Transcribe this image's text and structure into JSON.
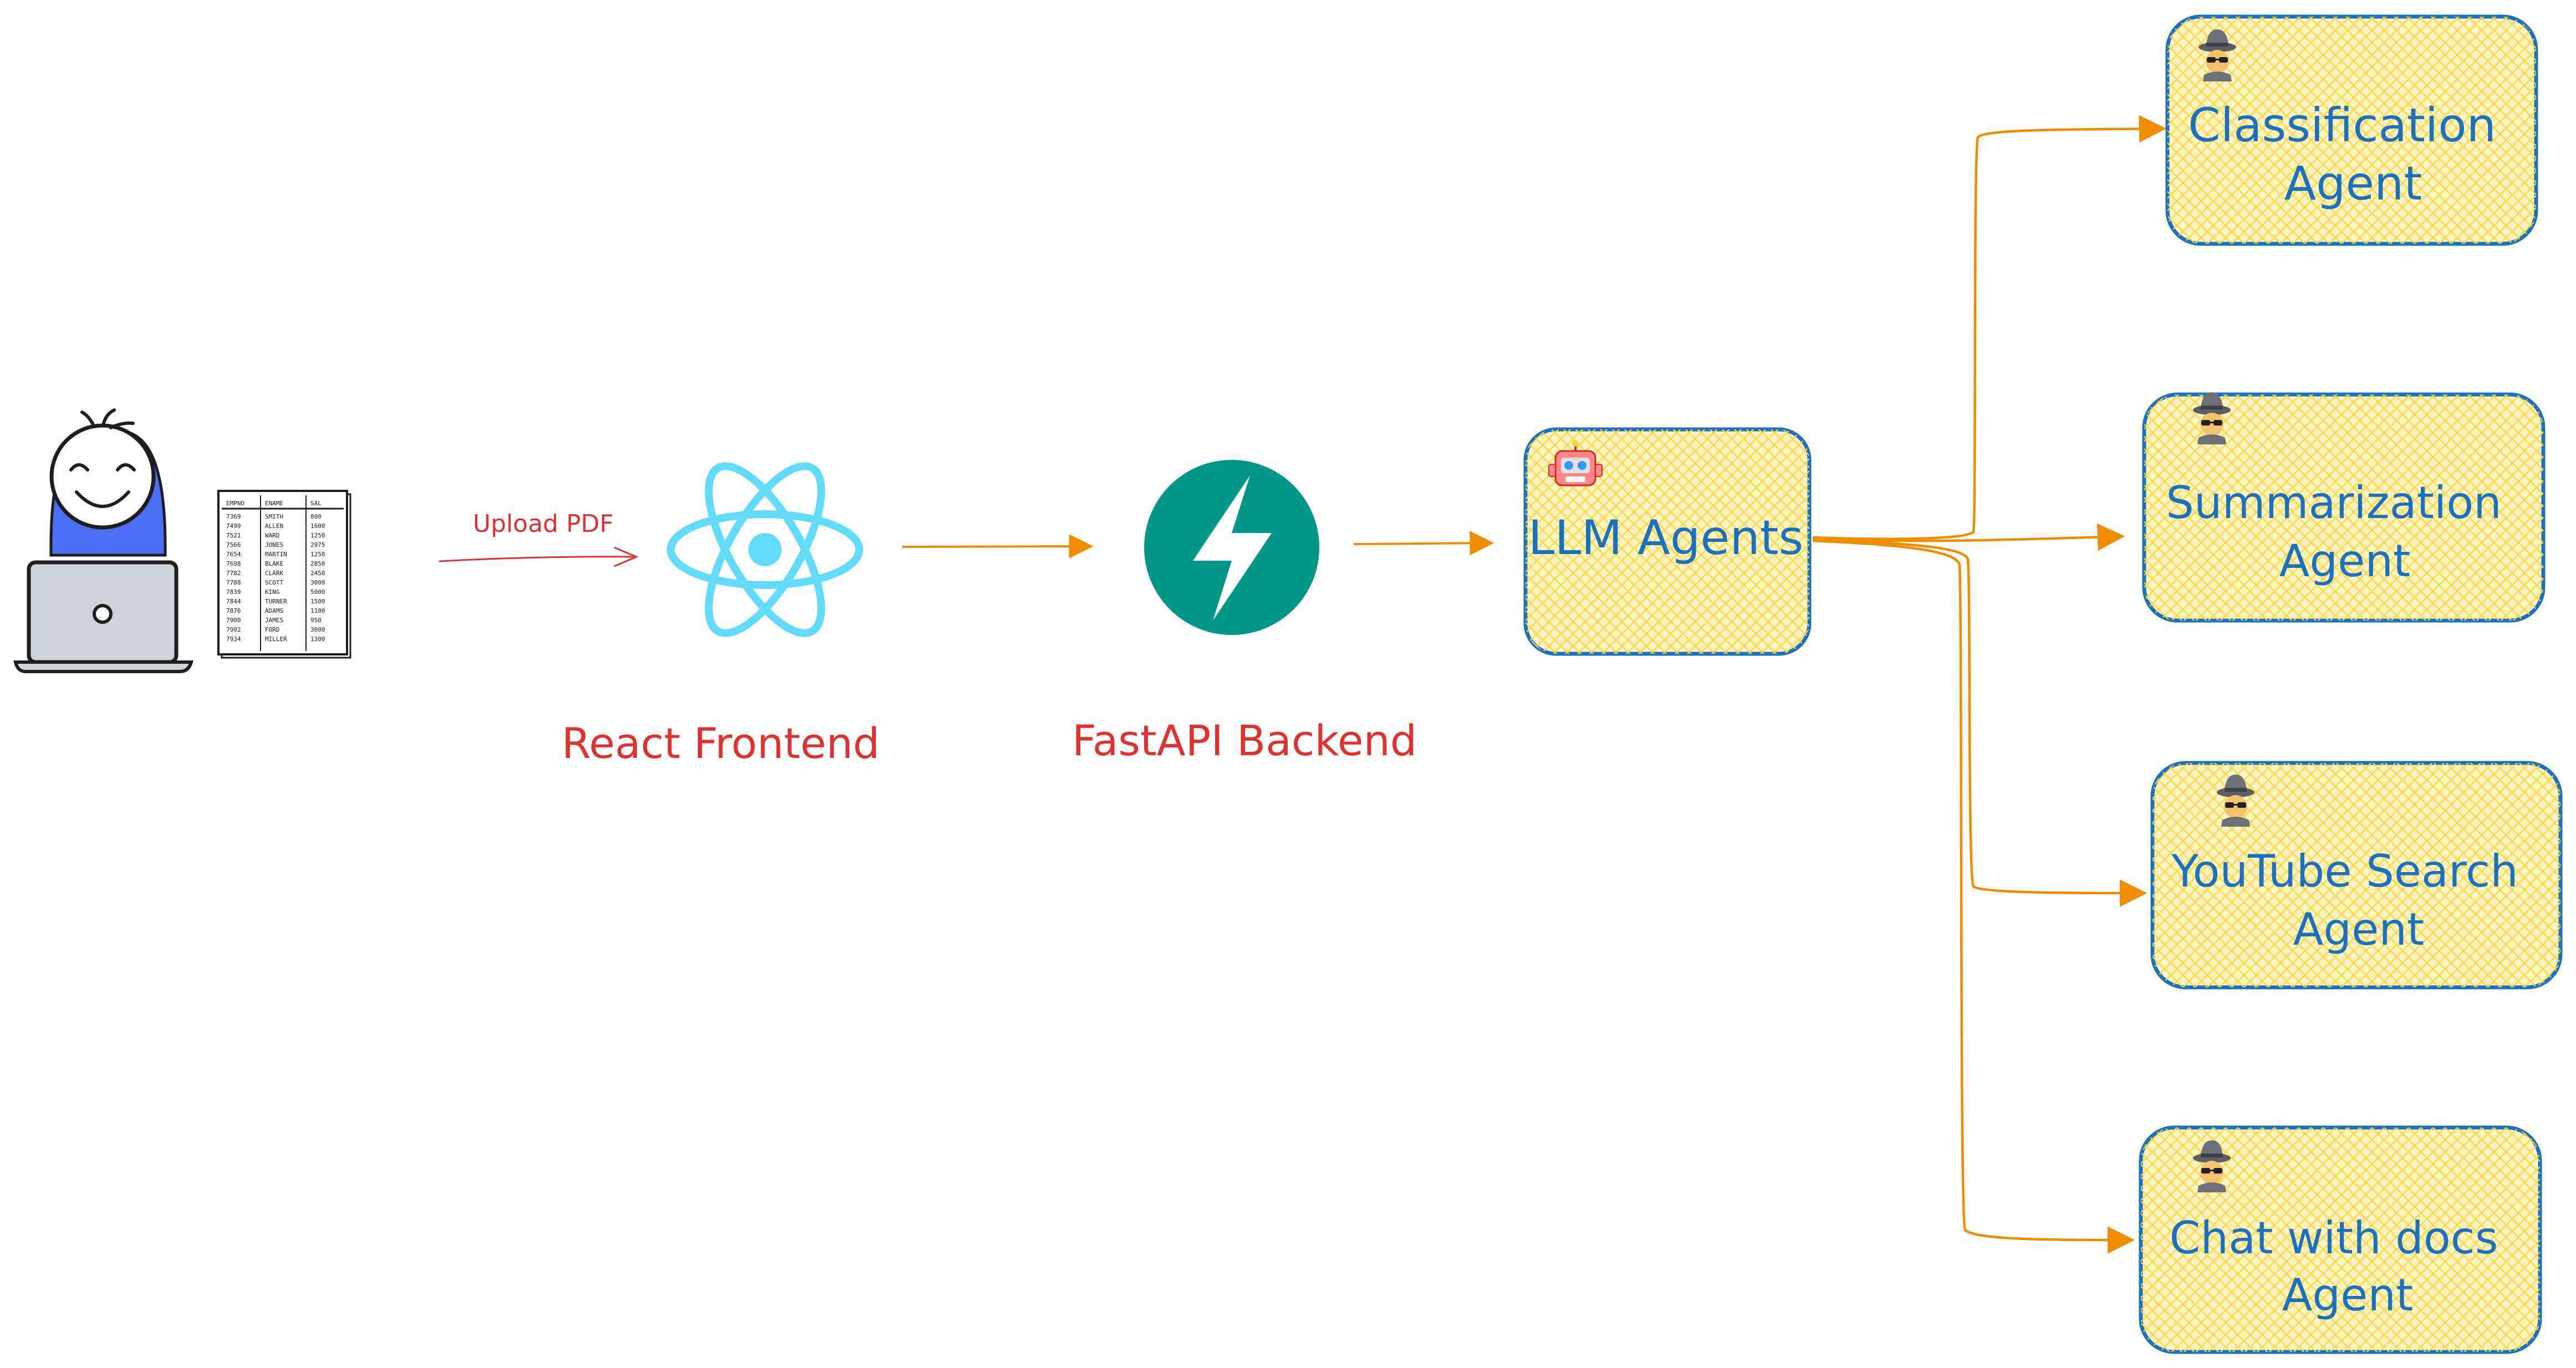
{
  "diagram": {
    "edge_label_upload": "Upload PDF",
    "frontend_label": "React Frontend",
    "backend_label": "FastAPI Backend",
    "llm_node": {
      "label": "LLM Agents",
      "icon": "robot-icon"
    },
    "agents": [
      {
        "line1": "Classification",
        "line2": "Agent",
        "icon": "spy-icon"
      },
      {
        "line1": "Summarization",
        "line2": "Agent",
        "icon": "spy-icon"
      },
      {
        "line1": "YouTube Search",
        "line2": "Agent",
        "icon": "spy-icon"
      },
      {
        "line1": "Chat with docs",
        "line2": "Agent",
        "icon": "spy-icon"
      }
    ],
    "table": {
      "headers": [
        "EMPNO",
        "ENAME",
        "SAL"
      ],
      "rows": [
        [
          "7369",
          "SMITH",
          "800"
        ],
        [
          "7499",
          "ALLEN",
          "1600"
        ],
        [
          "7521",
          "WARD",
          "1250"
        ],
        [
          "7566",
          "JONES",
          "2975"
        ],
        [
          "7654",
          "MARTIN",
          "1250"
        ],
        [
          "7698",
          "BLAKE",
          "2850"
        ],
        [
          "7782",
          "CLARK",
          "2450"
        ],
        [
          "7788",
          "SCOTT",
          "3000"
        ],
        [
          "7839",
          "KING",
          "5000"
        ],
        [
          "7844",
          "TURNER",
          "1500"
        ],
        [
          "7876",
          "ADAMS",
          "1100"
        ],
        [
          "7900",
          "JAMES",
          "950"
        ],
        [
          "7902",
          "FORD",
          "3000"
        ],
        [
          "7934",
          "MILLER",
          "1300"
        ]
      ]
    }
  },
  "colors": {
    "arrow": "#f08c00",
    "label_red": "#e03131",
    "node_stroke": "#1971c2",
    "node_fill": "#fff3bf",
    "hatch": "#ffd43b",
    "react": "#61dafb",
    "fastapi": "#009688",
    "person_shirt": "#4c6ef5",
    "laptop": "#ced4da"
  }
}
